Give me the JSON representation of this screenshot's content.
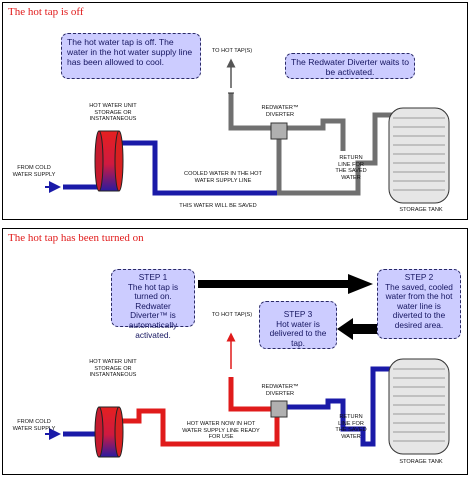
{
  "panel1": {
    "title": "The hot tap is off",
    "callout_left": "The hot water tap is off.  The water in the hot water supply line has been allowed to cool.",
    "callout_right": "The Redwater Diverter waits to be activated.",
    "labels": {
      "to_hot_taps": "TO HOT TAP(S)",
      "hot_water_unit": "HOT WATER UNIT\nSTORAGE OR INSTANTANEOUS",
      "redwater_diverter": "REDWATER™\nDIVERTER",
      "from_cold": "FROM COLD\nWATER SUPPLY",
      "cooled_water": "COOLED WATER IN THE HOT\nWATER SUPPLY LINE",
      "this_water_saved": "THIS WATER WILL BE SAVED",
      "return_line": "RETURN\nLINE FOR\nTHE SAVED\nWATER",
      "storage_tank": "STORAGE TANK"
    }
  },
  "panel2": {
    "title": "The hot tap has been turned on",
    "step1": "STEP 1\nThe hot tap is turned on. Redwater Diverter™ is automatically activated.",
    "step2": "STEP 2\nThe saved, cooled water from the hot water line is diverted to the desired area.",
    "step3": "STEP 3\nHot water is delivered to the tap.",
    "labels": {
      "to_hot_taps": "TO HOT TAP(S)",
      "hot_water_unit": "HOT WATER UNIT\nSTORAGE OR INSTANTANEOUS",
      "redwater_diverter": "REDWATER™\nDIVERTER",
      "from_cold": "FROM COLD\nWATER SUPPLY",
      "hot_water_now": "HOT WATER NOW IN HOT\nWATER SUPPLY LINE READY\nFOR USE",
      "return_line": "RETURN\nLINE FOR\nTHE SAVED\nWATER",
      "storage_tank": "STORAGE TANK"
    }
  },
  "colors": {
    "hot_pipe": "#e01b1b",
    "cold_pipe": "#1a1aa8",
    "grey_pipe": "#707070",
    "callout_fill": "#ccccff",
    "title_red": "#e11b1b"
  }
}
